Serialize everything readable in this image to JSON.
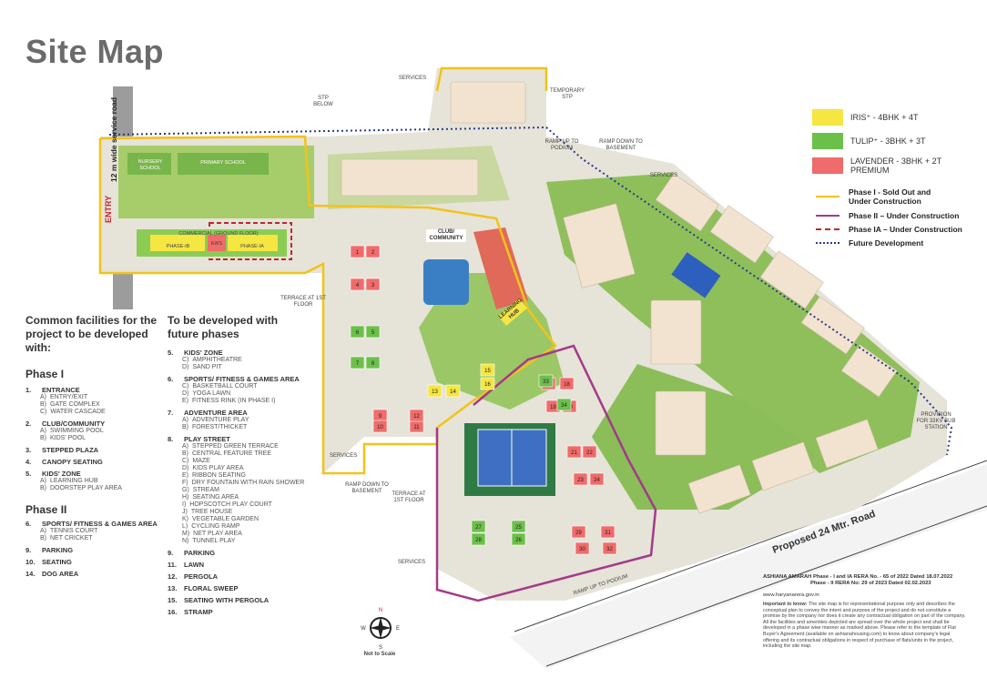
{
  "title": "Site Map",
  "legend": {
    "units": [
      {
        "label": "IRIS⁺ - 4BHK + 4T",
        "color": "#f5e642"
      },
      {
        "label": "TULIP⁺ - 3BHK + 3T",
        "color": "#6cc04a"
      },
      {
        "label": "LAVENDER - 3BHK + 2T",
        "label2": "PREMIUM",
        "color": "#f06b6b"
      }
    ],
    "lines": [
      {
        "label": "Phase I - Sold Out and",
        "label2": "Under Construction",
        "color": "#f2c318",
        "style": "solid"
      },
      {
        "label": "Phase II – Under Construction",
        "color": "#a23b8a",
        "style": "solid"
      },
      {
        "label": "Phase IA – Under Construction",
        "color": "#c0262d",
        "style": "dashed"
      },
      {
        "label": "Future Development",
        "color": "#2b3a8a",
        "style": "dotted"
      }
    ]
  },
  "map_labels": {
    "services_top": "SERVICES",
    "stp_below": "STP BELOW",
    "temporary_stp": "TEMPORARY STP",
    "ramp_up_podium": "RAMP UP TO PODIUM",
    "ramp_down_basement": "RAMP DOWN TO BASEMENT",
    "services_right": "SERVICES",
    "entry": "ENTRY",
    "service_road": "12 m wide service road",
    "nursery": "NURSERY SCHOOL",
    "primary": "PRIMARY SCHOOL",
    "commercial": "COMMERCIAL (GROUND FLOOR)",
    "phase_ib": "PHASE-IB",
    "ews": "EWS",
    "phase_ia": "PHASE-IA",
    "club": "CLUB/ COMMUNITY",
    "learning_hub": "LEARNING HUB",
    "terrace1": "TERRACE AT 1ST FLOOR",
    "terrace2": "TERRACE AT 1ST FLOOR",
    "services_mid": "SERVICES",
    "ramp_down_basement2": "RAMP DOWN TO BASEMENT",
    "services_bottom": "SERVICES",
    "ramp_up_podium2": "RAMP UP TO PODIUM",
    "provision": "PROVISION FOR 33KV SUB STATION",
    "road": "Proposed 24 Mtr. Road",
    "not_to_scale": "Not to Scale",
    "compass_n": "N",
    "compass_s": "S",
    "compass_e": "E",
    "compass_w": "W"
  },
  "towers": {
    "lavender": [
      "1",
      "2",
      "3",
      "4",
      "9",
      "10",
      "11",
      "12",
      "17",
      "18",
      "19",
      "20",
      "21",
      "22",
      "23",
      "24",
      "29",
      "30",
      "31",
      "32"
    ],
    "tulip": [
      "5",
      "6",
      "7",
      "8",
      "25",
      "26",
      "27",
      "28",
      "33",
      "34"
    ],
    "iris": [
      "13",
      "14",
      "15",
      "16"
    ]
  },
  "facilities": {
    "heading": "Common facilities for the project to be developed with:",
    "phase1_title": "Phase I",
    "phase1": [
      {
        "n": "1.",
        "t": "ENTRANCE",
        "subs": [
          [
            "a)",
            "ENTRY/EXIT"
          ],
          [
            "b)",
            "GATE COMPLEX"
          ],
          [
            "c)",
            "WATER CASCADE"
          ]
        ]
      },
      {
        "n": "2.",
        "t": "CLUB/COMMUNITY",
        "subs": [
          [
            "a)",
            "SWIMMING POOL"
          ],
          [
            "b)",
            "KIDS' POOL"
          ]
        ]
      },
      {
        "n": "3.",
        "t": "STEPPED PLAZA",
        "subs": []
      },
      {
        "n": "4.",
        "t": "CANOPY SEATING",
        "subs": []
      },
      {
        "n": "5.",
        "t": "KIDS' ZONE",
        "subs": [
          [
            "a)",
            "LEARNING HUB"
          ],
          [
            "b)",
            "DOORSTEP PLAY AREA"
          ]
        ]
      }
    ],
    "phase2_title": "Phase II",
    "phase2": [
      {
        "n": "6.",
        "t": "SPORTS/ FITNESS & GAMES AREA",
        "subs": [
          [
            "a)",
            "TENNIS COURT"
          ],
          [
            "b)",
            "NET CRICKET"
          ]
        ]
      },
      {
        "n": "9.",
        "t": "PARKING",
        "subs": []
      },
      {
        "n": "10.",
        "t": "SEATING",
        "subs": []
      },
      {
        "n": "14.",
        "t": "DOG AREA",
        "subs": []
      }
    ],
    "future_heading": "To be developed with future phases",
    "future": [
      {
        "n": "5.",
        "t": "KIDS' ZONE",
        "subs": [
          [
            "c)",
            "AMPHITHEATRE"
          ],
          [
            "d)",
            "SAND PIT"
          ]
        ]
      },
      {
        "n": "6.",
        "t": "SPORTS/ FITNESS & GAMES AREA",
        "subs": [
          [
            "c)",
            "BASKETBALL  COURT"
          ],
          [
            "d)",
            "YOGA LAWN"
          ],
          [
            "e)",
            "FITNESS RINK (In Phase I)"
          ]
        ]
      },
      {
        "n": "7.",
        "t": "ADVENTURE AREA",
        "subs": [
          [
            "a)",
            "ADVENTURE PLAY"
          ],
          [
            "b)",
            "FOREST/THICKET"
          ]
        ]
      },
      {
        "n": "8.",
        "t": "PLAY STREET",
        "subs": [
          [
            "a)",
            "STEPPED GREEN TERRACE"
          ],
          [
            "b)",
            "CENTRAL FEATURE TREE"
          ],
          [
            "c)",
            "MAZE"
          ],
          [
            "d)",
            "KIDS PLAY AREA"
          ],
          [
            "e)",
            "RIBBON SEATING"
          ],
          [
            "f)",
            "DRY FOUNTAIN WITH RAIN SHOWER"
          ],
          [
            "g)",
            "STREAM"
          ],
          [
            "h)",
            "SEATING AREA"
          ],
          [
            "i)",
            "HOPSCOTCH PLAY COURT"
          ],
          [
            "j)",
            "TREE HOUSE"
          ],
          [
            "k)",
            "VEGETABLE GARDEN"
          ],
          [
            "l)",
            "CYCLING RAMP"
          ],
          [
            "m)",
            "NET PLAY AREA"
          ],
          [
            "n)",
            "TUNNEL PLAY"
          ]
        ]
      },
      {
        "n": "9.",
        "t": "PARKING",
        "subs": []
      },
      {
        "n": "11.",
        "t": "LAWN",
        "subs": []
      },
      {
        "n": "12.",
        "t": "PERGOLA",
        "subs": []
      },
      {
        "n": "13.",
        "t": "FLORAL SWEEP",
        "subs": []
      },
      {
        "n": "15.",
        "t": "SEATING WITH PERGOLA",
        "subs": []
      },
      {
        "n": "16.",
        "t": "STRAMP",
        "subs": []
      }
    ]
  },
  "rera": {
    "line1": "ASHIANA AMARAH Phase - I and IA RERA No. - 65 of 2022 Dated 18.07.2022",
    "line2": "Phase - II RERA No: 29 of 2023 Dated 02.02.2023",
    "website": "www.haryanarera.gov.in"
  },
  "disclaimer": {
    "lead": "Important to know:",
    "body": "The site map is for representational purpose only and describes the conceptual plan to convey the intent and purpose of the project and do not constitute a promise by the company nor does it create any contractual obligation on part of the company. All the facilities and amenities depicted are spread over the whole project and shall be developed in a phase wise manner as marked above. Please refer to the template of Flat Buyer's Agreement (available on ashianahousing.com) to know about company's legal offering and its contractual obligations in respect of purchase of flats/units in the project, including the site map."
  }
}
